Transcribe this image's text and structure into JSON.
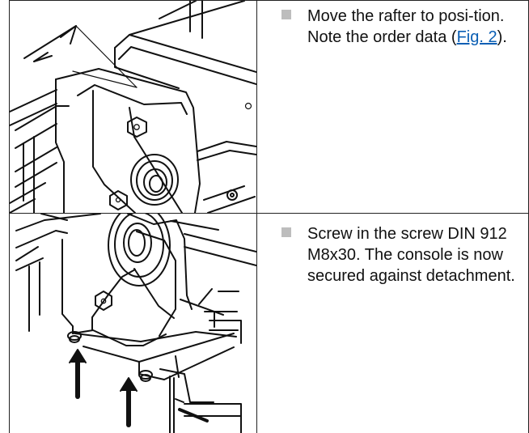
{
  "steps": [
    {
      "text_before": "Move the rafter to posi-tion. Note the order data (",
      "link_text": "Fig. 2",
      "text_after": ")."
    },
    {
      "text": "Screw in the screw DIN 912 M8x30. The console is now secured against detachment."
    }
  ],
  "colors": {
    "bullet": "#bdbdbd",
    "link": "#0b5fb4",
    "lines": "#222222"
  }
}
